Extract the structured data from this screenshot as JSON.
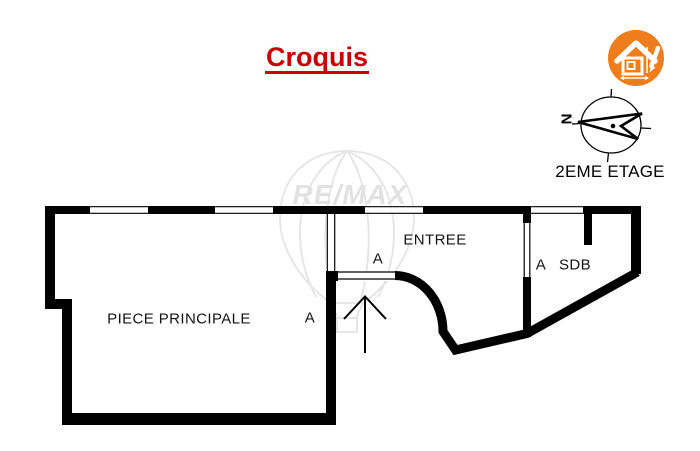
{
  "title": "Croquis",
  "floor_label": "2EME ETAGE",
  "compass": {
    "north_label": "N"
  },
  "watermark_text": "RE/MAX",
  "rooms": {
    "main": "PIECE PRINCIPALE",
    "entry": "ENTREE",
    "bathroom": "SDB"
  },
  "door_labels": {
    "main": "A",
    "entry": "A",
    "bathroom": "A"
  },
  "colors": {
    "title_red": "#cc0000",
    "logo_orange": "#f07d1b",
    "wall_black": "#000000",
    "watermark_gray": "#e3e3e3"
  }
}
